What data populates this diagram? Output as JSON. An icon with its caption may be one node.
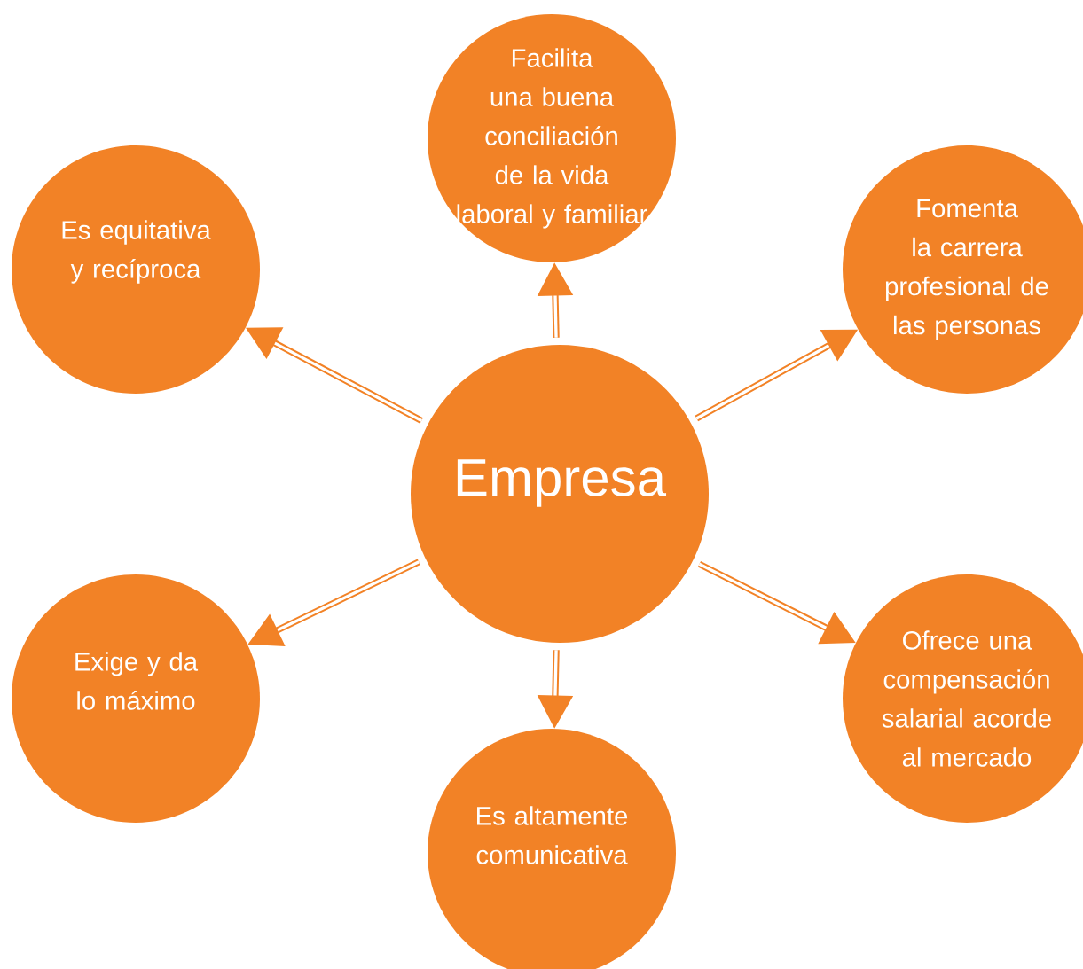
{
  "diagram": {
    "nodes": [
      {
        "text": [
          "Facilita una buena conciliación de la vida laboral y familiar"
        ]
      },
      {
        "text": [
          "Es equitativa y recíproca"
        ]
      },
      {
        "text": [
          "Fomenta la carrera profesional de las personas"
        ]
      },
      {
        "text": [
          "Empresa"
        ]
      },
      {
        "text": [
          "Exige y da lo máximo"
        ]
      },
      {
        "text": [
          "Ofrece una compensación salarial acorde al mercado"
        ]
      },
      {
        "text": [
          "Es altamente comunicativa"
        ]
      }
    ],
    "edges": [
      {
        "from": 3,
        "to": 0,
        "arrow": "to"
      },
      {
        "from": 3,
        "to": 1,
        "arrow": "to"
      },
      {
        "from": 3,
        "to": 2,
        "arrow": "to"
      },
      {
        "from": 3,
        "to": 4,
        "arrow": "to"
      },
      {
        "from": 3,
        "to": 5,
        "arrow": "to"
      },
      {
        "from": 3,
        "to": 6,
        "arrow": "to"
      }
    ]
  }
}
